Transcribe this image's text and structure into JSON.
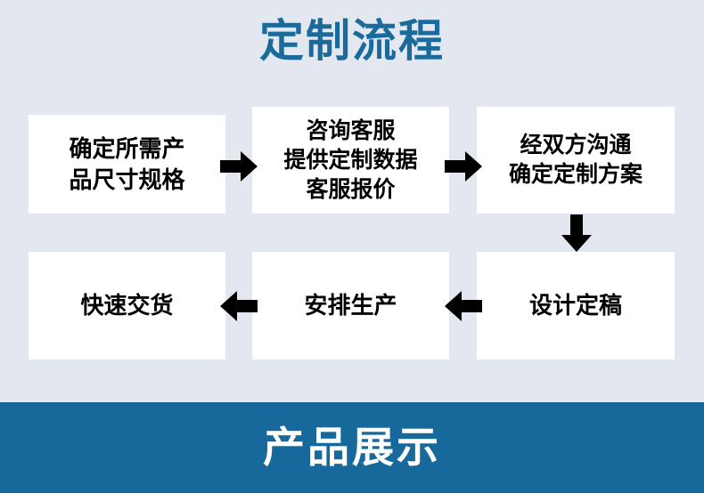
{
  "background_color": "#e3e8f0",
  "header": {
    "title": "定制流程",
    "title_color": "#1a6a9b"
  },
  "flow": {
    "boxes": [
      {
        "id": "box-1",
        "name": "confirm-specs",
        "lines": [
          "确定所需产",
          "品尺寸规格"
        ],
        "full_text": "确定所需产品尺寸规格"
      },
      {
        "id": "box-2",
        "name": "consult-service",
        "lines": [
          "咨询客服",
          "提供定制数据",
          "客服报价"
        ],
        "full_text": "咨询客服 提供定制数据 客服报价"
      },
      {
        "id": "box-3",
        "name": "confirm-plan",
        "lines": [
          "经双方沟通",
          "确定定制方案"
        ],
        "full_text": "经双方沟通确定定制方案"
      },
      {
        "id": "box-4",
        "name": "fast-delivery",
        "lines": [
          "快速交货"
        ],
        "full_text": "快速交货"
      },
      {
        "id": "box-5",
        "name": "arrange-production",
        "lines": [
          "安排生产"
        ],
        "full_text": "安排生产"
      },
      {
        "id": "box-6",
        "name": "design-finalized",
        "lines": [
          "设计定稿"
        ],
        "full_text": "设计定稿"
      }
    ],
    "arrows": [
      {
        "name": "arrow-right-step1-step2",
        "direction": "right",
        "color": "#000000"
      },
      {
        "name": "arrow-right-step2-step3",
        "direction": "right",
        "color": "#000000"
      },
      {
        "name": "arrow-down-step3-step4",
        "direction": "down",
        "color": "#000000"
      },
      {
        "name": "arrow-left-step4-step5",
        "direction": "left",
        "color": "#000000"
      },
      {
        "name": "arrow-left-step5-step6",
        "direction": "left",
        "color": "#000000"
      }
    ]
  },
  "banner": {
    "title": "产品展示",
    "background_color": "#17699b",
    "text_color": "#ffffff"
  }
}
